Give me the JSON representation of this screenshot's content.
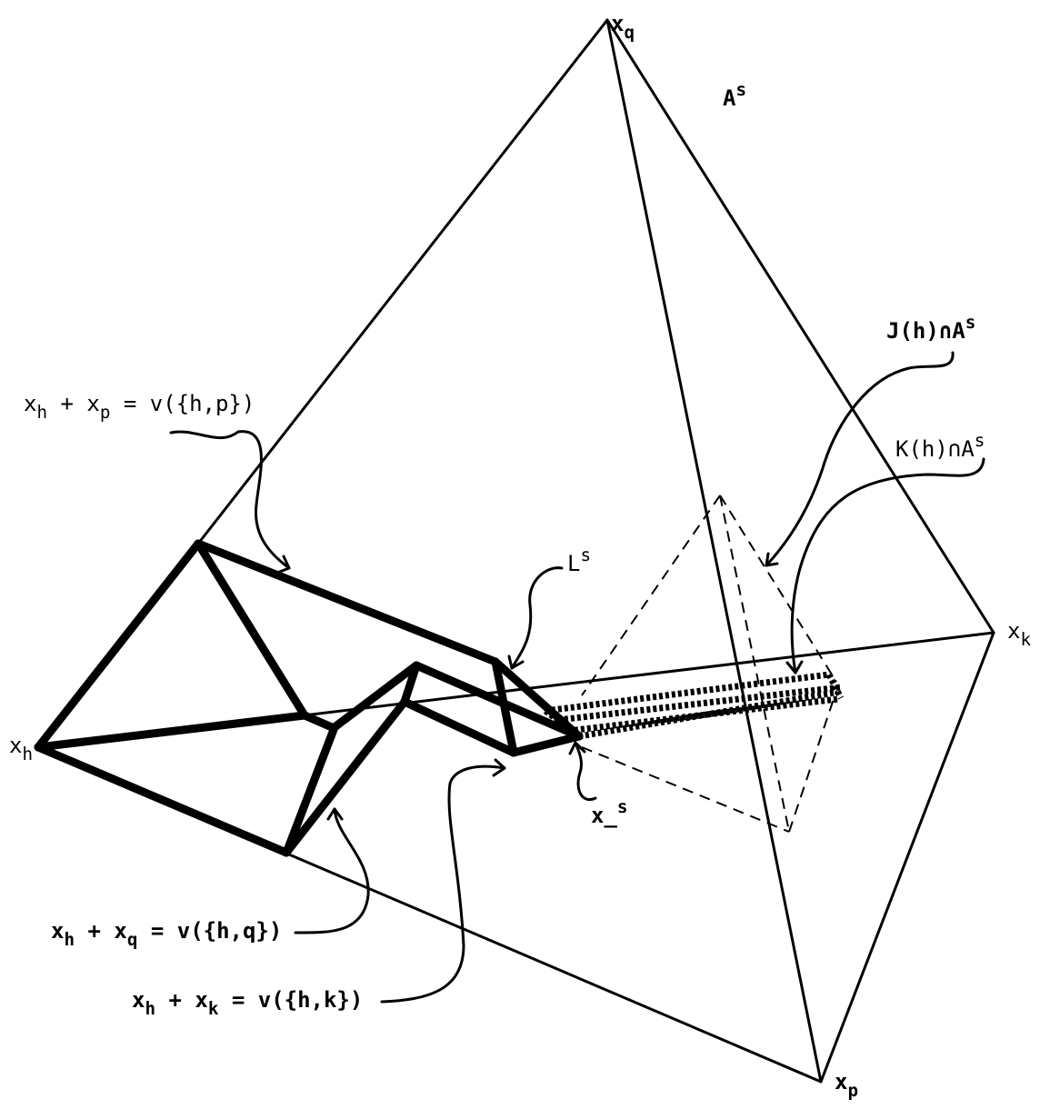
{
  "vertices": {
    "q": {
      "base": "x",
      "sub": "q"
    },
    "k": {
      "base": "x",
      "sub": "k"
    },
    "h": {
      "base": "x",
      "sub": "h"
    },
    "p": {
      "base": "x",
      "sub": "p"
    }
  },
  "labels": {
    "As": {
      "base": "A",
      "sup": "s"
    },
    "Ls": {
      "base": "L",
      "sup": "s"
    },
    "xs": {
      "base": "x̲",
      "sup": "s"
    },
    "J": {
      "text": "J(h)∩A",
      "sup": "s"
    },
    "K": {
      "text": "K(h)∩A",
      "sup": "s"
    },
    "hp": {
      "x1": "x",
      "s1": "h",
      "plus": " + ",
      "x2": "x",
      "s2": "p",
      "rhs": " = v({h,p})"
    },
    "hq": {
      "x1": "x",
      "s1": "h",
      "plus": " + ",
      "x2": "x",
      "s2": "q",
      "rhs": " = v({h,q})"
    },
    "hk": {
      "x1": "x",
      "s1": "h",
      "plus": " + ",
      "x2": "x",
      "s2": "k",
      "rhs": " = v({h,k})"
    }
  }
}
